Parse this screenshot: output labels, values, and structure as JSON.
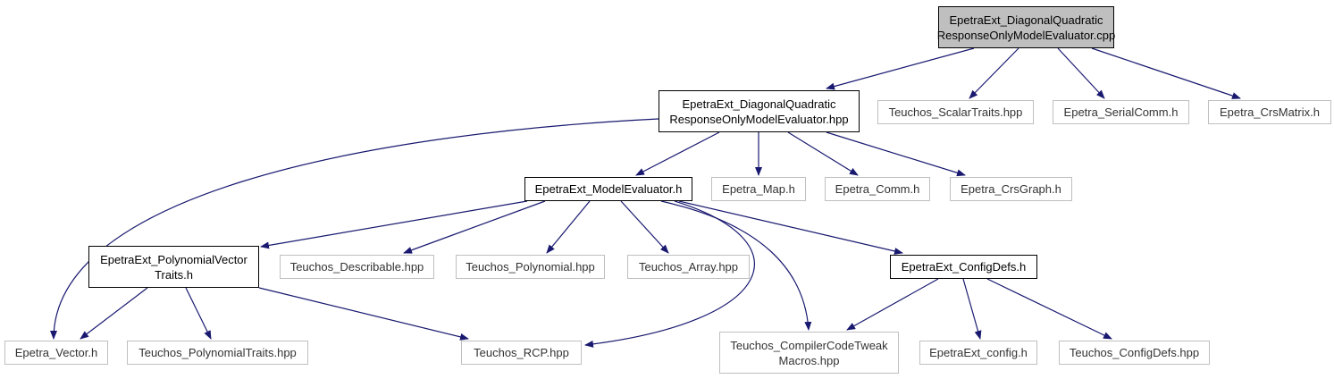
{
  "diagram": {
    "colors": {
      "edge": "#191970",
      "root_fill": "#bfbfbf",
      "internal_border": "#000000",
      "external_border": "#bfbfbf"
    },
    "nodes": [
      {
        "id": "root",
        "label": "EpetraExt_DiagonalQuadratic\nResponseOnlyModelEvaluator.cpp",
        "kind": "root"
      },
      {
        "id": "hpp",
        "label": "EpetraExt_DiagonalQuadratic\nResponseOnlyModelEvaluator.hpp",
        "kind": "internal"
      },
      {
        "id": "scalartraits",
        "label": "Teuchos_ScalarTraits.hpp",
        "kind": "external"
      },
      {
        "id": "serialcomm",
        "label": "Epetra_SerialComm.h",
        "kind": "external"
      },
      {
        "id": "crsmatrix",
        "label": "Epetra_CrsMatrix.h",
        "kind": "external"
      },
      {
        "id": "modeleval",
        "label": "EpetraExt_ModelEvaluator.h",
        "kind": "internal"
      },
      {
        "id": "map",
        "label": "Epetra_Map.h",
        "kind": "external"
      },
      {
        "id": "comm",
        "label": "Epetra_Comm.h",
        "kind": "external"
      },
      {
        "id": "crsgraph",
        "label": "Epetra_CrsGraph.h",
        "kind": "external"
      },
      {
        "id": "polyvec",
        "label": "EpetraExt_PolynomialVector\nTraits.h",
        "kind": "internal"
      },
      {
        "id": "describable",
        "label": "Teuchos_Describable.hpp",
        "kind": "external"
      },
      {
        "id": "polynomial",
        "label": "Teuchos_Polynomial.hpp",
        "kind": "external"
      },
      {
        "id": "array",
        "label": "Teuchos_Array.hpp",
        "kind": "external"
      },
      {
        "id": "configdefs",
        "label": "EpetraExt_ConfigDefs.h",
        "kind": "internal"
      },
      {
        "id": "vector",
        "label": "Epetra_Vector.h",
        "kind": "external"
      },
      {
        "id": "polytraits",
        "label": "Teuchos_PolynomialTraits.hpp",
        "kind": "external"
      },
      {
        "id": "rcp",
        "label": "Teuchos_RCP.hpp",
        "kind": "external"
      },
      {
        "id": "tweak",
        "label": "Teuchos_CompilerCodeTweak\nMacros.hpp",
        "kind": "external"
      },
      {
        "id": "config",
        "label": "EpetraExt_config.h",
        "kind": "external"
      },
      {
        "id": "tconfigdefs",
        "label": "Teuchos_ConfigDefs.hpp",
        "kind": "external"
      }
    ],
    "edges": [
      {
        "from": "root",
        "to": "hpp"
      },
      {
        "from": "root",
        "to": "scalartraits"
      },
      {
        "from": "root",
        "to": "serialcomm"
      },
      {
        "from": "root",
        "to": "crsmatrix"
      },
      {
        "from": "hpp",
        "to": "vector"
      },
      {
        "from": "hpp",
        "to": "modeleval"
      },
      {
        "from": "hpp",
        "to": "map"
      },
      {
        "from": "hpp",
        "to": "comm"
      },
      {
        "from": "hpp",
        "to": "crsgraph"
      },
      {
        "from": "modeleval",
        "to": "polyvec"
      },
      {
        "from": "modeleval",
        "to": "describable"
      },
      {
        "from": "modeleval",
        "to": "polynomial"
      },
      {
        "from": "modeleval",
        "to": "array"
      },
      {
        "from": "modeleval",
        "to": "rcp"
      },
      {
        "from": "modeleval",
        "to": "tweak"
      },
      {
        "from": "modeleval",
        "to": "configdefs"
      },
      {
        "from": "polyvec",
        "to": "vector"
      },
      {
        "from": "polyvec",
        "to": "polytraits"
      },
      {
        "from": "polyvec",
        "to": "rcp"
      },
      {
        "from": "configdefs",
        "to": "tweak"
      },
      {
        "from": "configdefs",
        "to": "config"
      },
      {
        "from": "configdefs",
        "to": "tconfigdefs"
      }
    ]
  }
}
